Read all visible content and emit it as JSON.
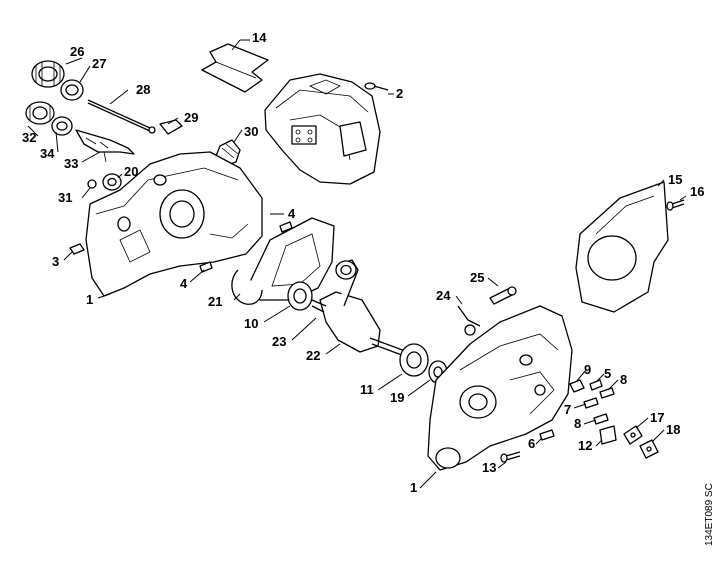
{
  "figure_code": "134ET089 SC",
  "callouts": [
    {
      "id": "c26",
      "text": "26"
    },
    {
      "id": "c27",
      "text": "27"
    },
    {
      "id": "c28",
      "text": "28"
    },
    {
      "id": "c14",
      "text": "14"
    },
    {
      "id": "c2",
      "text": "2"
    },
    {
      "id": "c29",
      "text": "29"
    },
    {
      "id": "c30",
      "text": "30"
    },
    {
      "id": "c32",
      "text": "32"
    },
    {
      "id": "c34",
      "text": "34"
    },
    {
      "id": "c33",
      "text": "33"
    },
    {
      "id": "c20",
      "text": "20"
    },
    {
      "id": "c31",
      "text": "31"
    },
    {
      "id": "c15",
      "text": "15"
    },
    {
      "id": "c16",
      "text": "16"
    },
    {
      "id": "c4a",
      "text": "4"
    },
    {
      "id": "c3",
      "text": "3"
    },
    {
      "id": "c4b",
      "text": "4"
    },
    {
      "id": "c1a",
      "text": "1"
    },
    {
      "id": "c21",
      "text": "21"
    },
    {
      "id": "c25",
      "text": "25"
    },
    {
      "id": "c24",
      "text": "24"
    },
    {
      "id": "c10",
      "text": "10"
    },
    {
      "id": "c23",
      "text": "23"
    },
    {
      "id": "c22",
      "text": "22"
    },
    {
      "id": "c11",
      "text": "11"
    },
    {
      "id": "c19",
      "text": "19"
    },
    {
      "id": "c9",
      "text": "9"
    },
    {
      "id": "c5",
      "text": "5"
    },
    {
      "id": "c8a",
      "text": "8"
    },
    {
      "id": "c7",
      "text": "7"
    },
    {
      "id": "c8b",
      "text": "8"
    },
    {
      "id": "c17",
      "text": "17"
    },
    {
      "id": "c18",
      "text": "18"
    },
    {
      "id": "c6",
      "text": "6"
    },
    {
      "id": "c12",
      "text": "12"
    },
    {
      "id": "c13",
      "text": "13"
    },
    {
      "id": "c1b",
      "text": "1"
    }
  ]
}
